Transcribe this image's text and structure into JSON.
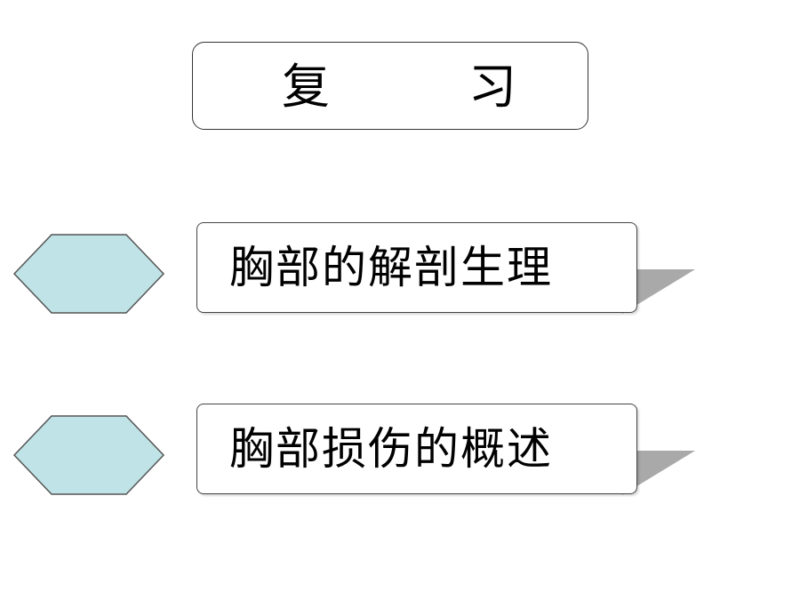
{
  "title": {
    "char1": "复",
    "char2": "习"
  },
  "items": [
    {
      "label": "胸部的解剖生理",
      "bullet_icon": "hexagon-icon"
    },
    {
      "label": "胸部损伤的概述",
      "bullet_icon": "hexagon-icon"
    }
  ],
  "colors": {
    "hexagon_fill": "#BFE3E6",
    "hexagon_stroke": "#555555",
    "shadow": "#A9A9A9",
    "border": "#444444",
    "text": "#000000"
  }
}
